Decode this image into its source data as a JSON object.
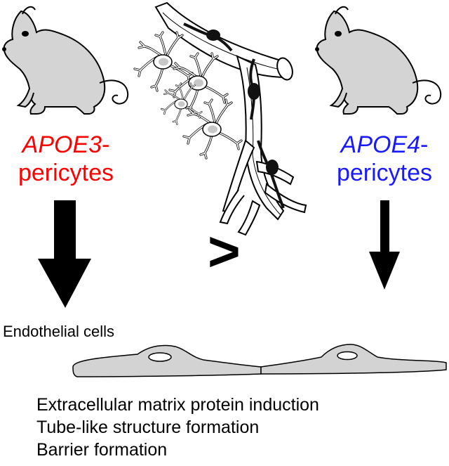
{
  "left_label": {
    "gene": "APOE3",
    "suffix": "-",
    "cell": "pericytes",
    "color": "#ff0000"
  },
  "right_label": {
    "gene": "APOE4",
    "suffix": "-",
    "cell": "pericytes",
    "color": "#1a1aff"
  },
  "comparison_symbol": ">",
  "endothelial_label": "Endothelial cells",
  "outcomes": [
    "Extracellular matrix protein induction",
    "Tube-like structure formation",
    "Barrier formation"
  ],
  "icons": {
    "left_animal": "mouse-icon",
    "right_animal": "mouse-icon",
    "vessel": "brain-capillary-with-pericytes-illustration",
    "astrocytes": "astrocyte-cells-illustration",
    "endothelium": "endothelial-cells-illustration"
  },
  "colors": {
    "cell_fill": "#d3d3d3",
    "outline": "#000000",
    "pericyte": "#111111"
  }
}
